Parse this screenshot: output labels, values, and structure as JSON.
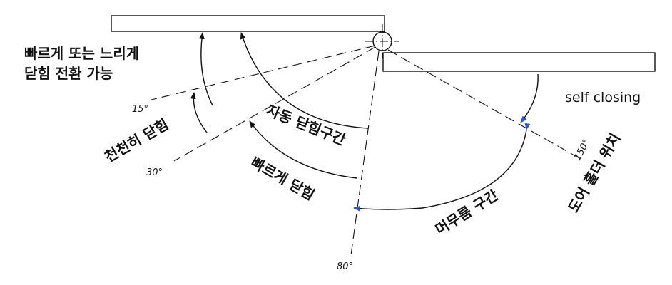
{
  "labels": {
    "fast_slow_switch_line1": "빠르게 또는 느리게",
    "fast_slow_switch_line2": "닫힘 전환 가능",
    "self_closing": "self closing",
    "slow_close": "천천히 닫힘",
    "auto_close_zone": "자동 닫힘구간",
    "fast_close": "빠르게 닫힘",
    "hold_zone": "머무름 구간",
    "door_holder_position": "도어 홀더 위치"
  },
  "angles": {
    "a15": "15°",
    "a30": "30°",
    "a80": "80°",
    "a150": "150°"
  },
  "colors": {
    "line": "#111111",
    "arrow_accent": "#2f55c8"
  }
}
